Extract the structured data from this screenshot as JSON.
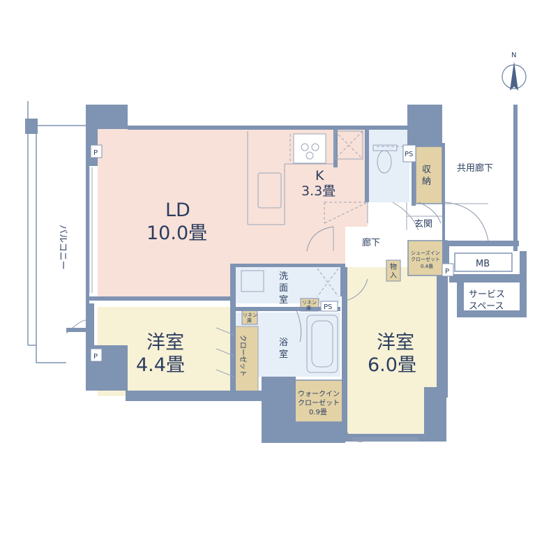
{
  "rooms": {
    "ld": {
      "name": "LD",
      "size": "10.0畳",
      "color": "#f8e1d8"
    },
    "kitchen": {
      "name": "K",
      "size": "3.3畳",
      "color": "#f8e1d8"
    },
    "western_room_1": {
      "name": "洋室",
      "size": "4.4畳",
      "color": "#f7f1d6"
    },
    "western_room_2": {
      "name": "洋室",
      "size": "6.0畳",
      "color": "#f7f1d6"
    },
    "washroom": {
      "line1": "洗",
      "line2": "面",
      "line3": "室",
      "color": "#e6eef8"
    },
    "bathroom": {
      "line1": "浴",
      "line2": "室",
      "color": "#e6eef8"
    },
    "toilet_color": "#e6eef8",
    "corridor": {
      "label": "廊下",
      "color": "#ffffff"
    },
    "entrance": {
      "label": "玄関"
    }
  },
  "storage": {
    "shuno": {
      "line1": "収",
      "line2": "納",
      "color": "#e2d2a6"
    },
    "closet": {
      "label": "クローゼット",
      "color": "#e2d2a6"
    },
    "shoes_in_closet": {
      "line1": "シューズイン",
      "line2": "クローゼット",
      "line3": "0.4畳"
    },
    "walk_in_closet": {
      "line1": "ウォークイン",
      "line2": "クローゼット",
      "line3": "0.9畳"
    },
    "monoire": {
      "line1": "物",
      "line2": "入"
    },
    "linen_1": {
      "line1": "リネン",
      "line2": "庫"
    },
    "linen_2": {
      "line1": "リネン",
      "line2": "庫"
    }
  },
  "exterior": {
    "balcony": "バルコニー",
    "common_corridor": "共用廊下",
    "service_space": {
      "line1": "サービス",
      "line2": "スペース"
    },
    "mb": "MB"
  },
  "markers": {
    "p": "P",
    "ps": "PS"
  },
  "compass": {
    "north": "N"
  },
  "colors": {
    "wall": "#7f93b2",
    "line": "#9aa6ba"
  }
}
